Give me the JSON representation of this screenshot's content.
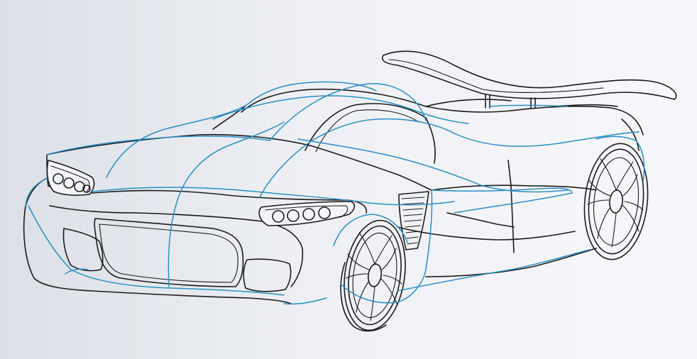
{
  "viewport": {
    "background_left": "#dcdfe6",
    "background_right": "#f7f8fb"
  },
  "sketch": {
    "outline_color": "#1b1b1b",
    "construction_curve_color": "#2a8fc4",
    "parts": [
      "car-body",
      "rear-spoiler",
      "windshield",
      "headlights",
      "front-grille",
      "side-vent",
      "front-wheel",
      "rear-wheel"
    ]
  }
}
